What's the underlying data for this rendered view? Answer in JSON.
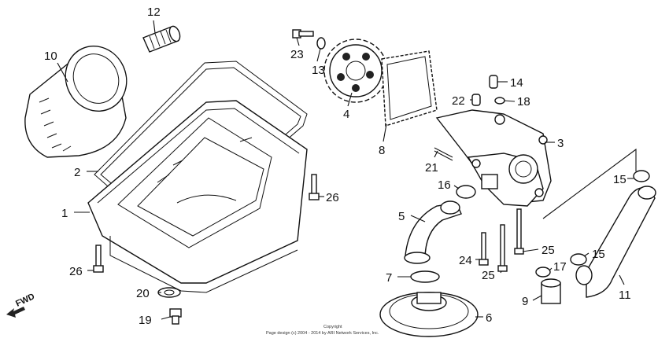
{
  "diagram": {
    "callouts": [
      {
        "id": "1",
        "label": "1"
      },
      {
        "id": "2",
        "label": "2"
      },
      {
        "id": "3",
        "label": "3"
      },
      {
        "id": "4",
        "label": "4"
      },
      {
        "id": "5",
        "label": "5"
      },
      {
        "id": "6",
        "label": "6"
      },
      {
        "id": "7",
        "label": "7"
      },
      {
        "id": "8",
        "label": "8"
      },
      {
        "id": "9",
        "label": "9"
      },
      {
        "id": "10",
        "label": "10"
      },
      {
        "id": "11",
        "label": "11"
      },
      {
        "id": "12",
        "label": "12"
      },
      {
        "id": "13",
        "label": "13"
      },
      {
        "id": "14",
        "label": "14"
      },
      {
        "id": "15a",
        "label": "15"
      },
      {
        "id": "15b",
        "label": "15"
      },
      {
        "id": "16",
        "label": "16"
      },
      {
        "id": "17",
        "label": "17"
      },
      {
        "id": "18",
        "label": "18"
      },
      {
        "id": "19",
        "label": "19"
      },
      {
        "id": "20",
        "label": "20"
      },
      {
        "id": "21",
        "label": "21"
      },
      {
        "id": "22",
        "label": "22"
      },
      {
        "id": "23",
        "label": "23"
      },
      {
        "id": "24",
        "label": "24"
      },
      {
        "id": "25a",
        "label": "25"
      },
      {
        "id": "25b",
        "label": "25"
      },
      {
        "id": "26a",
        "label": "26"
      },
      {
        "id": "26b",
        "label": "26"
      }
    ],
    "direction_marker": "FWD",
    "copyright_line1": "Copyright",
    "copyright_line2": "Page design (c) 2004 - 2014 by ARI Network Services, Inc."
  }
}
